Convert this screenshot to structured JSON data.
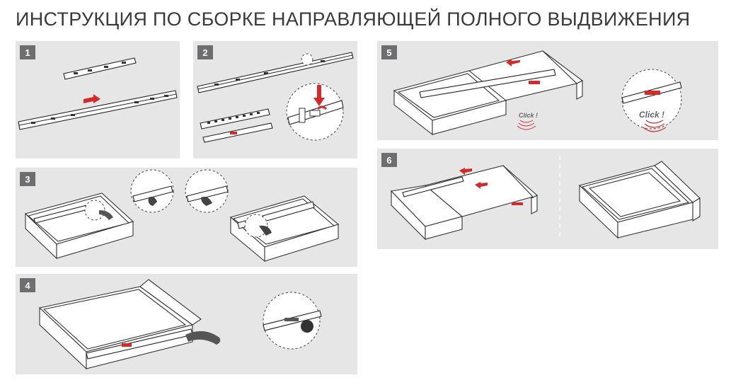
{
  "page": {
    "title": "ИНСТРУКЦИЯ ПО СБОРКЕ НАПРАВЛЯЮЩЕЙ ПОЛНОГО ВЫДВИЖЕНИЯ"
  },
  "steps": [
    {
      "number": "1"
    },
    {
      "number": "2"
    },
    {
      "number": "3"
    },
    {
      "number": "4"
    },
    {
      "number": "5",
      "click_label": "Click !",
      "click_label_zoom": "Click !"
    },
    {
      "number": "6"
    }
  ],
  "colors": {
    "panel_bg": "#e6e6e7",
    "badge_bg": "#6e6e70",
    "arrow_red": "#d22b2b",
    "title_text": "#3a3a3a"
  }
}
